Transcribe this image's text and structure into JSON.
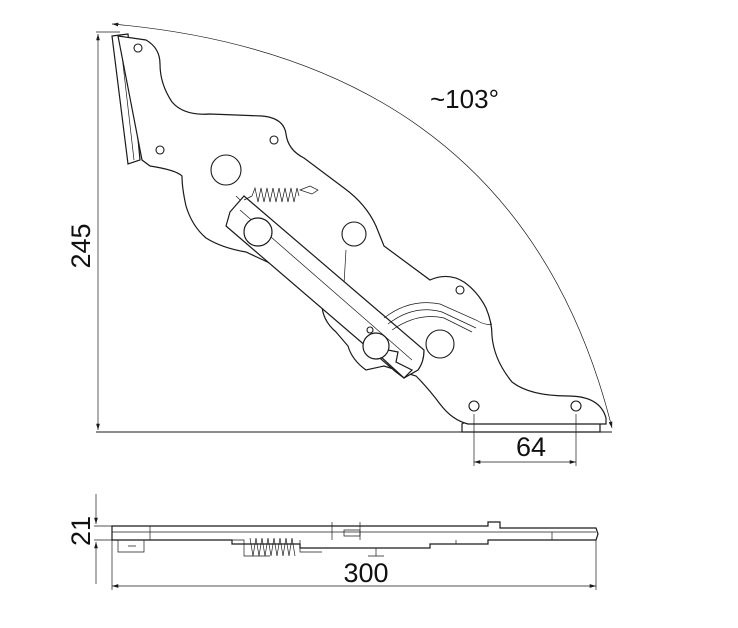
{
  "drawing": {
    "angle_label": "~103°",
    "dimensions": {
      "height": "245",
      "hole_spacing": "64",
      "thickness": "21",
      "length": "300"
    }
  }
}
